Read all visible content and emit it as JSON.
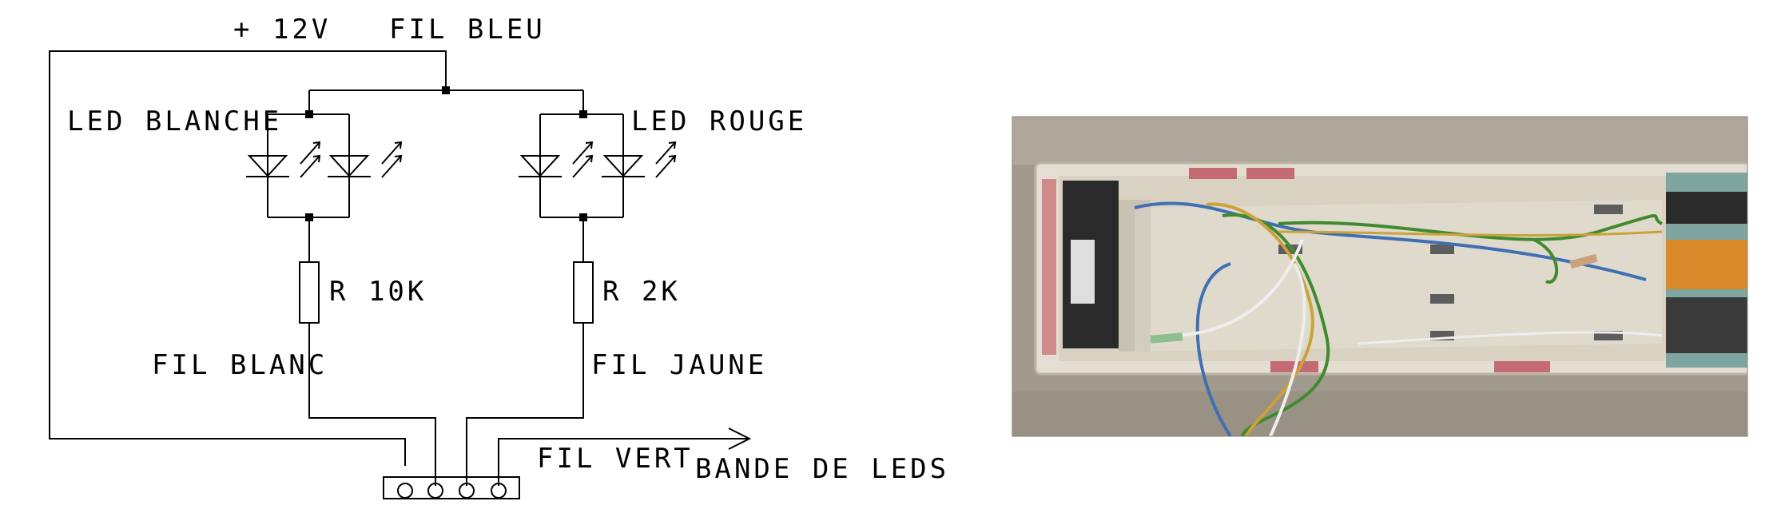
{
  "schematic": {
    "labels": {
      "supply": "+ 12V",
      "blue_wire": "FIL BLEU",
      "led_white": "LED BLANCHE",
      "led_red": "LED ROUGE",
      "res_10k": "R 10K",
      "res_2k": "R 2K",
      "white_wire": "FIL BLANC",
      "yellow_wire": "FIL JAUNE",
      "green_wire": "FIL VERT",
      "led_strip": "BANDE DE LEDS"
    },
    "connector_pins": 4
  },
  "photo": {
    "subject": "coach-interior-wiring-photo",
    "colors": {
      "background": "#a39a8e",
      "shell": "#e4ded2",
      "board": "#d9d2c2",
      "wire_blue": "#3f6fb4",
      "wire_green": "#3f8a2e",
      "wire_yellow": "#c9a23a",
      "wire_white": "#eeeeee",
      "pcb_orange": "#d9882a",
      "red_window": "#c46a72"
    }
  }
}
